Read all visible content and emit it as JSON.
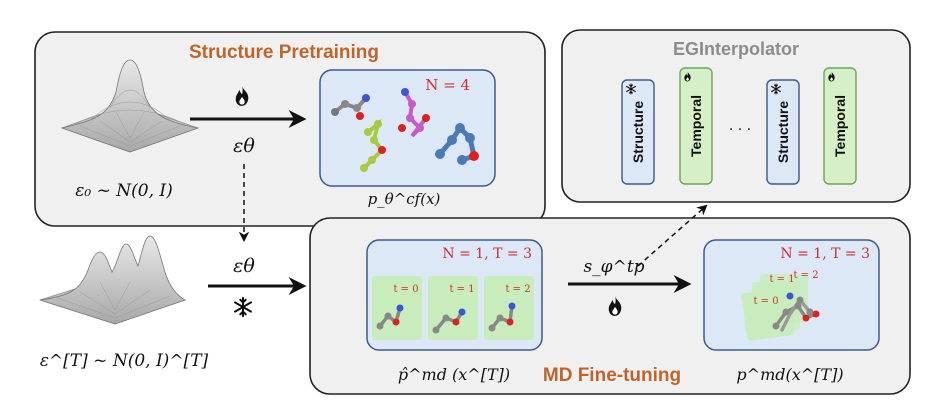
{
  "structure_pretraining": {
    "title": "Structure Pretraining",
    "noise_label": "ε₀ ~ N(0, I)",
    "model_label": "εθ",
    "output_count": "N = 4",
    "output_label": "p_θ^cf(x)"
  },
  "eginterpolator": {
    "title": "EGInterpolator",
    "blocks": [
      {
        "label": "Structure",
        "state": "frozen"
      },
      {
        "label": "Temporal",
        "state": "trainable"
      },
      {
        "label": "Structure",
        "state": "frozen"
      },
      {
        "label": "Temporal",
        "state": "trainable"
      }
    ],
    "ellipsis": "· · ·"
  },
  "md_finetuning": {
    "title": "MD Fine-tuning",
    "noise_label": "ε^[T] ~ N(0, I)^[T]",
    "model_label": "εθ",
    "input_count": "N = 1, T = 3",
    "frames": [
      "t = 0",
      "t = 1",
      "t = 2"
    ],
    "input_label": "p̂^md (x^[T])",
    "interp_label": "s_φ^tp",
    "output_count": "N = 1, T = 3",
    "output_frames": [
      "t = 0",
      "t = 1",
      "t = 2"
    ],
    "output_label": "p^md(x^[T])"
  },
  "colors": {
    "panel_fill": "#f0f0f0",
    "blue_box": "#dce8f5",
    "blue_border": "#3d5a8a",
    "green_box": "#d6efc8",
    "green_border": "#6aa84f",
    "title_orange": "#c0652a",
    "title_gray": "#8c8c8c",
    "count_red": "#d0302a"
  },
  "icons": {
    "frozen": "snowflake-icon",
    "trainable": "flame-icon"
  }
}
